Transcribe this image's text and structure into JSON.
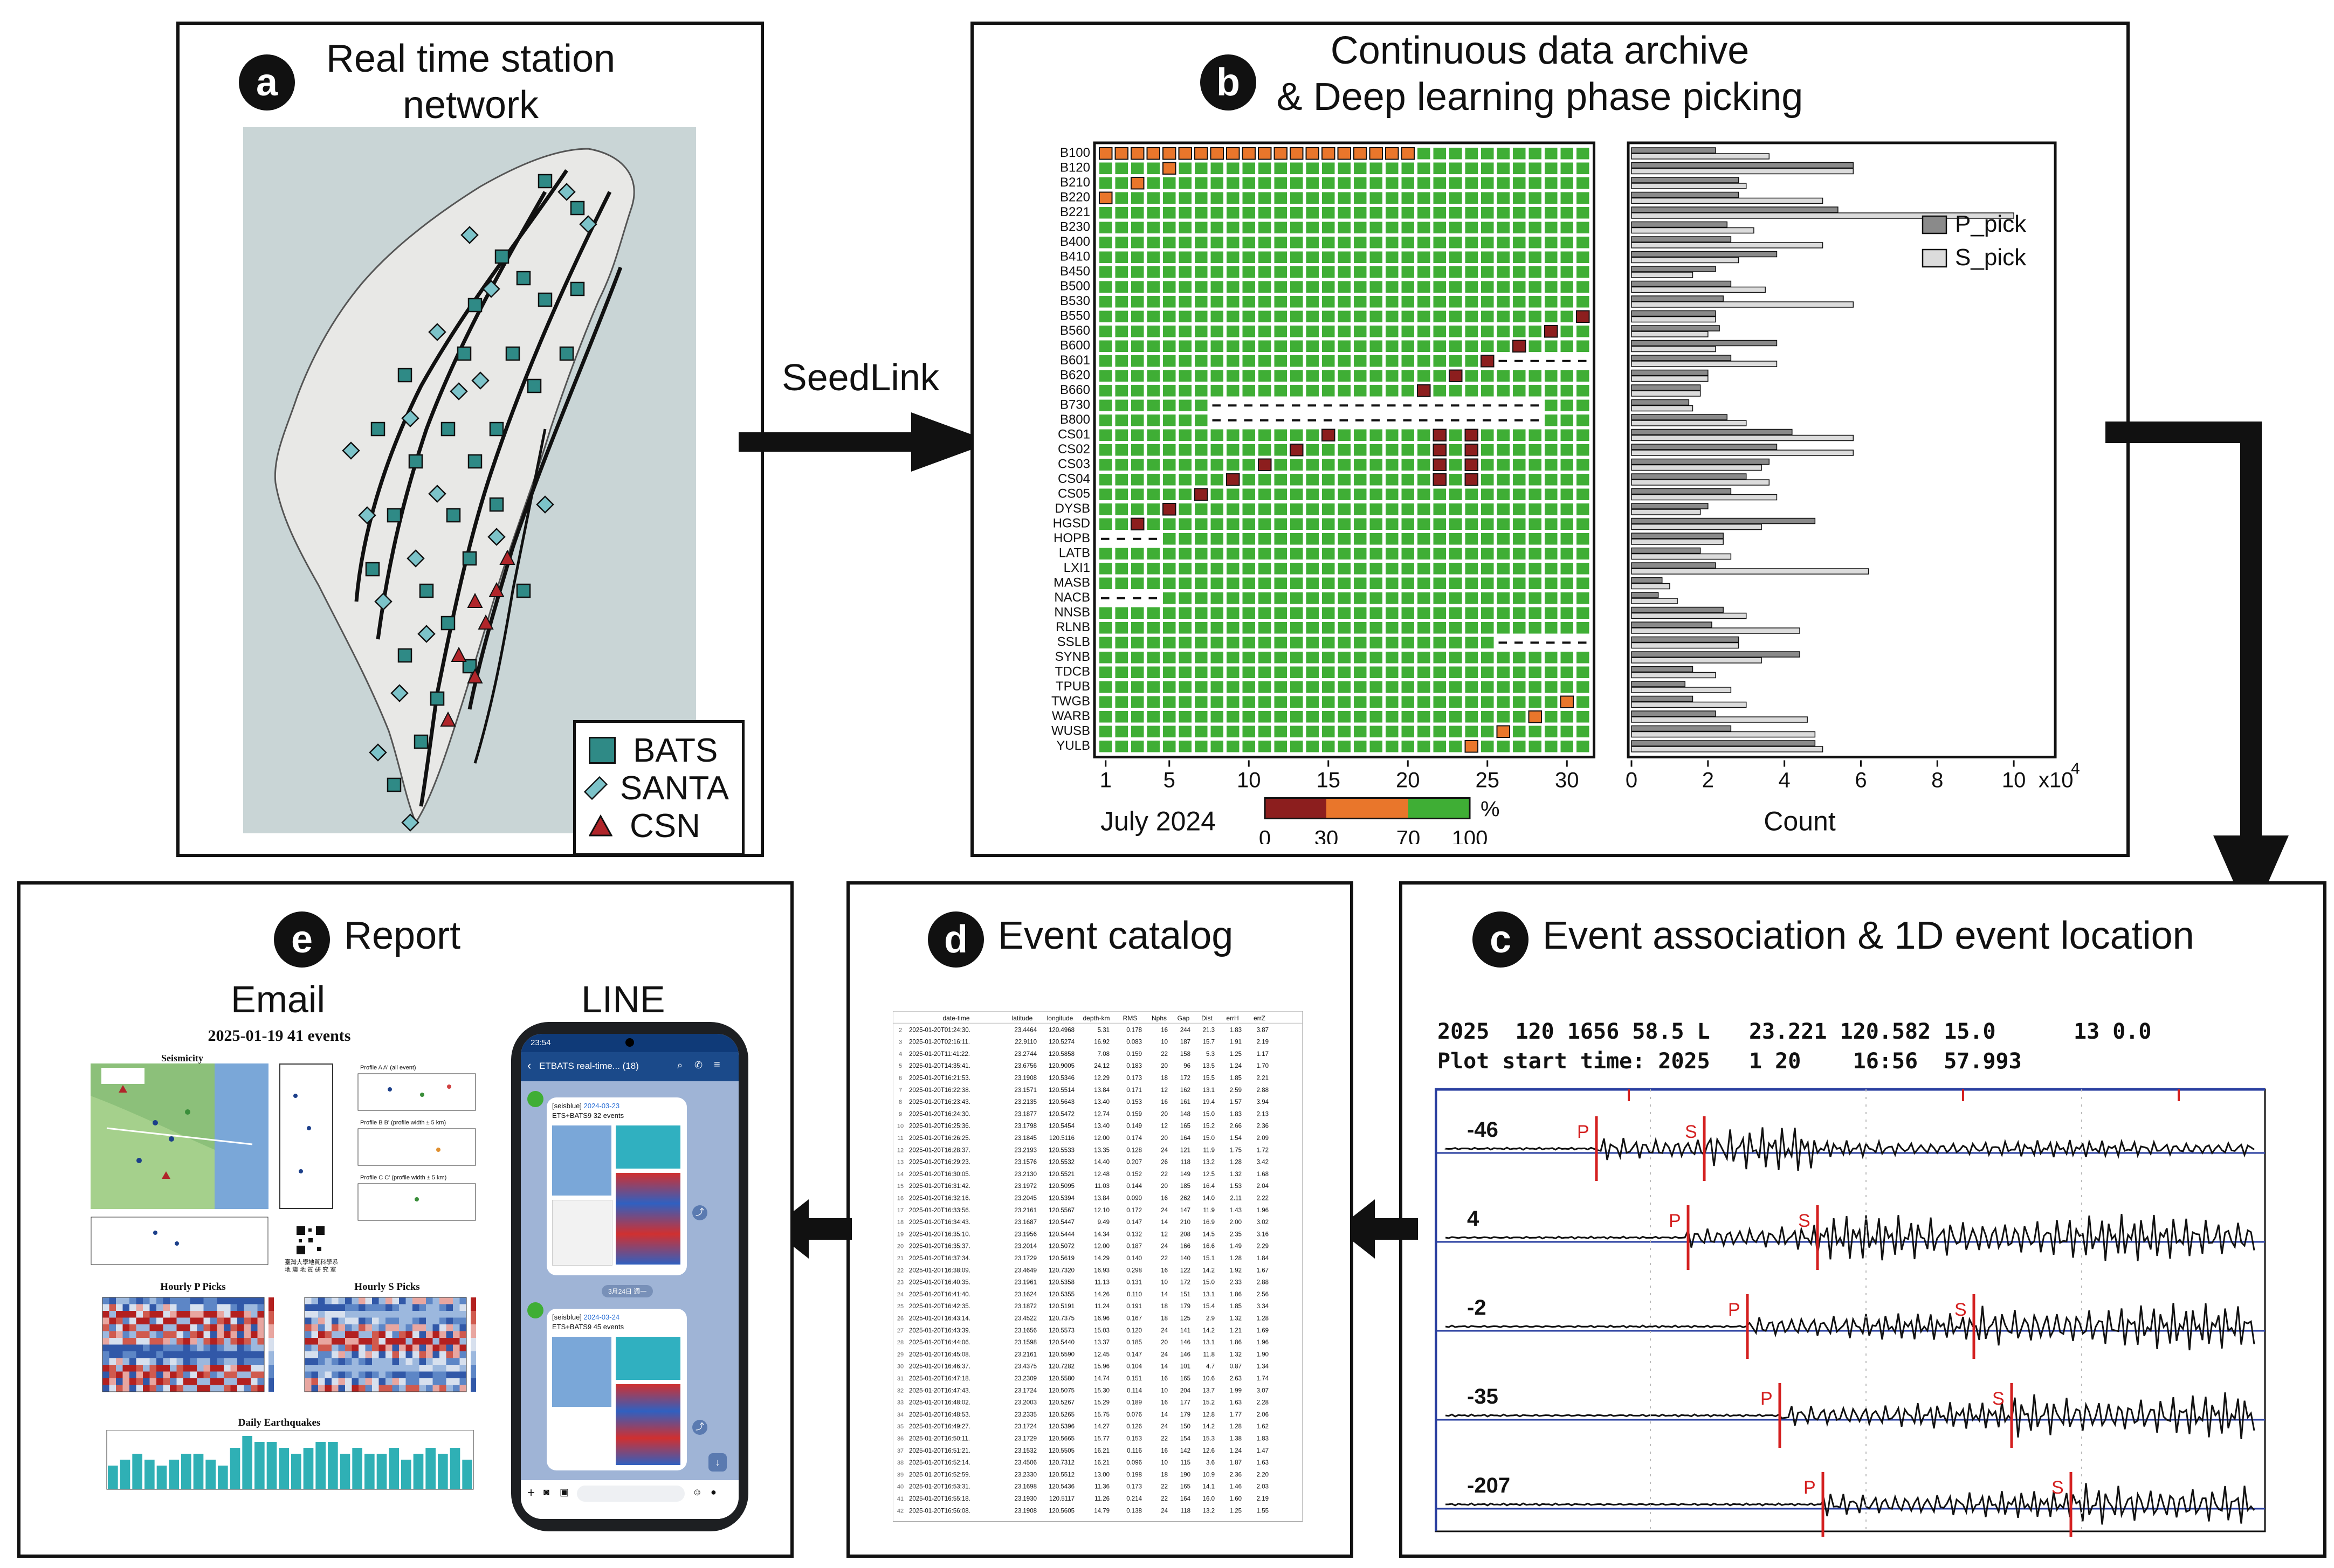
{
  "panels": {
    "a": {
      "letter": "a",
      "title_line1": "Real time station",
      "title_line2": "network"
    },
    "b": {
      "letter": "b",
      "title_line1": "Continuous data archive",
      "title_line2": "& Deep learning phase picking"
    },
    "c": {
      "letter": "c",
      "title": "Event association & 1D event location"
    },
    "d": {
      "letter": "d",
      "title": "Event catalog"
    },
    "e": {
      "letter": "e",
      "title": "Report"
    }
  },
  "arrows": {
    "a_to_b_label": "SeedLink"
  },
  "map_legend": [
    {
      "label": "BATS",
      "shape": "square",
      "color": "#2f8a86"
    },
    {
      "label": "SANTA",
      "shape": "diamond",
      "color": "#7cc3c9"
    },
    {
      "label": "CSN",
      "shape": "triangle",
      "color": "#b0252a"
    }
  ],
  "availability": {
    "stations": [
      "B100",
      "B120",
      "B210",
      "B220",
      "B221",
      "B230",
      "B400",
      "B410",
      "B450",
      "B500",
      "B530",
      "B550",
      "B560",
      "B600",
      "B601",
      "B620",
      "B660",
      "B730",
      "B800",
      "CS01",
      "CS02",
      "CS03",
      "CS04",
      "CS05",
      "DYSB",
      "HGSD",
      "HOPB",
      "LATB",
      "LXI1",
      "MASB",
      "NACB",
      "NNSB",
      "RLNB",
      "SSLB",
      "SYNB",
      "TDCB",
      "TPUB",
      "TWGB",
      "WARB",
      "WUSB",
      "YULB"
    ],
    "days": 31,
    "x_ticks": [
      "1",
      "5",
      "10",
      "15",
      "20",
      "25",
      "30"
    ],
    "x_label": "July 2024",
    "colorbar_ticks": [
      "0",
      "30",
      "70",
      "100"
    ],
    "colorbar_unit": "%",
    "colors": {
      "high": "#3fae35",
      "mid": "#e9762b",
      "low": "#8c1e1e"
    }
  },
  "chart_data": {
    "type": "bar",
    "orientation": "horizontal",
    "categories": [
      "B100",
      "B120",
      "B210",
      "B220",
      "B221",
      "B230",
      "B400",
      "B410",
      "B450",
      "B500",
      "B530",
      "B550",
      "B560",
      "B600",
      "B601",
      "B620",
      "B660",
      "B730",
      "B800",
      "CS01",
      "CS02",
      "CS03",
      "CS04",
      "CS05",
      "DYSB",
      "HGSD",
      "HOPB",
      "LATB",
      "LXI1",
      "MASB",
      "NACB",
      "NNSB",
      "RLNB",
      "SSLB",
      "SYNB",
      "TDCB",
      "TPUB",
      "TWGB",
      "WARB",
      "WUSB",
      "YULB"
    ],
    "series": [
      {
        "name": "P_pick",
        "color": "#8a8a8a",
        "values": [
          2.2,
          5.8,
          2.8,
          2.8,
          5.4,
          2.5,
          2.6,
          3.8,
          2.2,
          2.6,
          2.4,
          2.2,
          2.3,
          3.8,
          2.6,
          2.0,
          1.8,
          1.5,
          2.5,
          4.2,
          3.8,
          3.6,
          3.0,
          2.6,
          2.0,
          4.8,
          2.4,
          1.8,
          2.2,
          0.8,
          0.7,
          2.4,
          2.1,
          2.8,
          4.4,
          1.6,
          1.4,
          1.6,
          2.2,
          2.6,
          4.8
        ]
      },
      {
        "name": "S_pick",
        "color": "#dcdcdc",
        "values": [
          3.6,
          5.8,
          3.0,
          5.0,
          10.0,
          3.2,
          5.0,
          2.8,
          1.6,
          3.5,
          5.8,
          2.2,
          2.0,
          2.2,
          3.8,
          2.0,
          1.8,
          1.6,
          3.0,
          5.8,
          5.8,
          3.4,
          3.6,
          3.8,
          1.8,
          3.4,
          2.4,
          2.6,
          6.2,
          1.0,
          1.2,
          3.0,
          4.4,
          2.8,
          3.4,
          2.2,
          2.6,
          3.0,
          4.6,
          4.8,
          5.0
        ]
      }
    ],
    "xlim": [
      0,
      11
    ],
    "x_ticks": [
      "0",
      "2",
      "4",
      "6",
      "8",
      "10"
    ],
    "x_multiplier": "x10",
    "x_multiplier_exp": "4",
    "xlabel": "Count",
    "legend_position": "top-right"
  },
  "seismogram": {
    "header_line1": "2025  120 1656 58.5 L   23.221 120.582 15.0      13 0.0",
    "header_line2": "Plot start time: 2025   1 20    16:56  57.993",
    "traces": [
      {
        "label": "-46",
        "p": "P",
        "s": "S"
      },
      {
        "label": "4",
        "p": "P",
        "s": "S"
      },
      {
        "label": "-2",
        "p": "P",
        "s": "S"
      },
      {
        "label": "-35",
        "p": "P",
        "s": "S"
      },
      {
        "label": "-207",
        "p": "P",
        "s": "S"
      }
    ]
  },
  "catalog": {
    "columns": [
      "date-time",
      "latitude",
      "longitude",
      "depth-km",
      "RMS",
      "Nphs",
      "Gap",
      "Dist",
      "errH",
      "errZ"
    ],
    "rows": [
      [
        "2025-01-20T01:24:30.",
        "23.4464",
        "120.4968",
        "5.31",
        "0.178",
        "16",
        "244",
        "21.3",
        "1.83",
        "3.87"
      ],
      [
        "2025-01-20T02:16:11.",
        "22.9110",
        "120.5274",
        "16.92",
        "0.083",
        "10",
        "187",
        "15.7",
        "1.91",
        "2.19"
      ],
      [
        "2025-01-20T11:41:22.",
        "23.2744",
        "120.5858",
        "7.08",
        "0.159",
        "22",
        "158",
        "5.3",
        "1.25",
        "1.17"
      ],
      [
        "2025-01-20T14:35:41.",
        "23.6756",
        "120.9005",
        "24.12",
        "0.183",
        "20",
        "96",
        "13.5",
        "1.24",
        "1.70"
      ],
      [
        "2025-01-20T16:21:53.",
        "23.1908",
        "120.5346",
        "12.29",
        "0.173",
        "18",
        "172",
        "15.5",
        "1.85",
        "2.21"
      ],
      [
        "2025-01-20T16:22:38.",
        "23.1571",
        "120.5514",
        "13.84",
        "0.171",
        "12",
        "162",
        "13.1",
        "2.59",
        "2.88"
      ],
      [
        "2025-01-20T16:23:43.",
        "23.2135",
        "120.5643",
        "13.40",
        "0.153",
        "16",
        "161",
        "19.4",
        "1.57",
        "3.94"
      ],
      [
        "2025-01-20T16:24:30.",
        "23.1877",
        "120.5472",
        "12.74",
        "0.159",
        "20",
        "148",
        "15.0",
        "1.83",
        "2.13"
      ],
      [
        "2025-01-20T16:25:36.",
        "23.1798",
        "120.5454",
        "13.40",
        "0.149",
        "12",
        "165",
        "15.2",
        "2.66",
        "2.36"
      ],
      [
        "2025-01-20T16:26:25.",
        "23.1845",
        "120.5116",
        "12.00",
        "0.174",
        "20",
        "164",
        "15.0",
        "1.54",
        "2.09"
      ],
      [
        "2025-01-20T16:28:37.",
        "23.2193",
        "120.5533",
        "13.35",
        "0.128",
        "24",
        "121",
        "11.9",
        "1.75",
        "1.72"
      ],
      [
        "2025-01-20T16:29:23.",
        "23.1576",
        "120.5532",
        "14.40",
        "0.207",
        "26",
        "118",
        "13.2",
        "1.28",
        "3.42"
      ],
      [
        "2025-01-20T16:30:05.",
        "23.2130",
        "120.5521",
        "12.48",
        "0.152",
        "22",
        "149",
        "12.5",
        "1.32",
        "1.68"
      ],
      [
        "2025-01-20T16:31:42.",
        "23.1972",
        "120.5095",
        "11.03",
        "0.144",
        "20",
        "185",
        "16.4",
        "1.53",
        "2.04"
      ],
      [
        "2025-01-20T16:32:16.",
        "23.2045",
        "120.5394",
        "13.84",
        "0.090",
        "16",
        "262",
        "14.0",
        "2.11",
        "2.22"
      ],
      [
        "2025-01-20T16:33:56.",
        "23.2161",
        "120.5567",
        "12.10",
        "0.172",
        "24",
        "147",
        "11.9",
        "1.43",
        "1.96"
      ],
      [
        "2025-01-20T16:34:43.",
        "23.1687",
        "120.5447",
        "9.49",
        "0.147",
        "14",
        "210",
        "16.9",
        "2.00",
        "3.02"
      ],
      [
        "2025-01-20T16:35:10.",
        "23.1956",
        "120.5444",
        "14.34",
        "0.132",
        "12",
        "208",
        "14.5",
        "2.35",
        "3.16"
      ],
      [
        "2025-01-20T16:35:37.",
        "23.2014",
        "120.5072",
        "12.00",
        "0.187",
        "24",
        "166",
        "16.6",
        "1.49",
        "2.29"
      ],
      [
        "2025-01-20T16:37:34.",
        "23.1729",
        "120.5619",
        "14.29",
        "0.140",
        "22",
        "140",
        "15.1",
        "1.28",
        "1.84"
      ],
      [
        "2025-01-20T16:38:09.",
        "23.4649",
        "120.7320",
        "16.93",
        "0.298",
        "16",
        "122",
        "14.2",
        "1.92",
        "1.67"
      ],
      [
        "2025-01-20T16:40:35.",
        "23.1961",
        "120.5358",
        "11.13",
        "0.131",
        "10",
        "172",
        "15.0",
        "2.33",
        "2.88"
      ],
      [
        "2025-01-20T16:41:40.",
        "23.1624",
        "120.5355",
        "14.26",
        "0.110",
        "14",
        "151",
        "13.1",
        "1.86",
        "2.56"
      ],
      [
        "2025-01-20T16:42:35.",
        "23.1872",
        "120.5191",
        "11.24",
        "0.191",
        "18",
        "179",
        "15.4",
        "1.85",
        "3.34"
      ],
      [
        "2025-01-20T16:43:14.",
        "23.4522",
        "120.7375",
        "16.96",
        "0.167",
        "18",
        "125",
        "2.9",
        "1.32",
        "1.28"
      ],
      [
        "2025-01-20T16:43:39.",
        "23.1656",
        "120.5573",
        "15.03",
        "0.120",
        "24",
        "141",
        "14.2",
        "1.21",
        "1.69"
      ],
      [
        "2025-01-20T16:44:06.",
        "23.1598",
        "120.5440",
        "13.37",
        "0.185",
        "20",
        "146",
        "13.1",
        "1.86",
        "1.96"
      ],
      [
        "2025-01-20T16:45:08.",
        "23.2161",
        "120.5590",
        "12.45",
        "0.147",
        "24",
        "146",
        "11.8",
        "1.32",
        "1.90"
      ],
      [
        "2025-01-20T16:46:37.",
        "23.4375",
        "120.7282",
        "15.96",
        "0.104",
        "14",
        "101",
        "4.7",
        "0.87",
        "1.34"
      ],
      [
        "2025-01-20T16:47:18.",
        "23.2309",
        "120.5580",
        "14.74",
        "0.151",
        "16",
        "165",
        "10.6",
        "2.63",
        "1.74"
      ],
      [
        "2025-01-20T16:47:43.",
        "23.1724",
        "120.5075",
        "15.30",
        "0.114",
        "10",
        "204",
        "13.7",
        "1.99",
        "3.07"
      ],
      [
        "2025-01-20T16:48:02.",
        "23.2003",
        "120.5267",
        "15.29",
        "0.189",
        "16",
        "177",
        "15.2",
        "1.63",
        "2.28"
      ],
      [
        "2025-01-20T16:48:53.",
        "23.2335",
        "120.5265",
        "15.75",
        "0.076",
        "14",
        "179",
        "12.8",
        "1.77",
        "2.06"
      ],
      [
        "2025-01-20T16:49:27.",
        "23.1724",
        "120.5396",
        "14.27",
        "0.126",
        "24",
        "150",
        "14.2",
        "1.28",
        "1.62"
      ],
      [
        "2025-01-20T16:50:11.",
        "23.1729",
        "120.5665",
        "15.77",
        "0.153",
        "22",
        "154",
        "15.3",
        "1.38",
        "1.83"
      ],
      [
        "2025-01-20T16:51:21.",
        "23.1532",
        "120.5505",
        "16.21",
        "0.116",
        "16",
        "142",
        "12.6",
        "1.24",
        "1.47"
      ],
      [
        "2025-01-20T16:52:14.",
        "23.4506",
        "120.7312",
        "16.21",
        "0.096",
        "10",
        "115",
        "3.6",
        "1.87",
        "1.63"
      ],
      [
        "2025-01-20T16:52:59.",
        "23.2330",
        "120.5512",
        "13.00",
        "0.198",
        "18",
        "190",
        "10.9",
        "2.36",
        "2.20"
      ],
      [
        "2025-01-20T16:53:31.",
        "23.1698",
        "120.5436",
        "11.36",
        "0.173",
        "22",
        "165",
        "14.1",
        "1.46",
        "2.03"
      ],
      [
        "2025-01-20T16:55:18.",
        "23.1930",
        "120.5117",
        "11.26",
        "0.214",
        "22",
        "164",
        "16.0",
        "1.60",
        "2.19"
      ],
      [
        "2025-01-20T16:56:08.",
        "23.1908",
        "120.5605",
        "14.79",
        "0.138",
        "24",
        "118",
        "13.2",
        "1.25",
        "1.55"
      ]
    ]
  },
  "report": {
    "email_label": "Email",
    "line_label": "LINE",
    "email_title": "2025-01-19 41 events",
    "seismicity_title": "Seismicity",
    "profile_a": "Profile A A' (all event)",
    "profile_b": "Profile B B' (profile width ± 5 km)",
    "profile_c": "Profile C C' (profile width ± 5 km)",
    "hourly_p": "Hourly P Picks",
    "hourly_s": "Hourly S Picks",
    "daily": "Daily Earthquakes",
    "daily_values": [
      4,
      5,
      6,
      5,
      4,
      5,
      6,
      6,
      5,
      4,
      7,
      9,
      8,
      8,
      7,
      6,
      7,
      8,
      8,
      6,
      7,
      6,
      6,
      7,
      5,
      6,
      7,
      6,
      7,
      5
    ],
    "institution_line1": "臺灣大學地質科學系",
    "institution_line2": "地 震 地 質 研 究 室",
    "phone": {
      "time": "23:54",
      "chat_title": "ETBATS real-time... (18)",
      "msg1_name": "[seisblue]",
      "msg1_date": "2024-03-23",
      "msg1_text": "ETS+BATS9  32 events",
      "divider": "3月24日 週一",
      "msg2_name": "[seisblue]",
      "msg2_date": "2024-03-24",
      "msg2_text": "ETS+BATS9  45 events"
    }
  }
}
